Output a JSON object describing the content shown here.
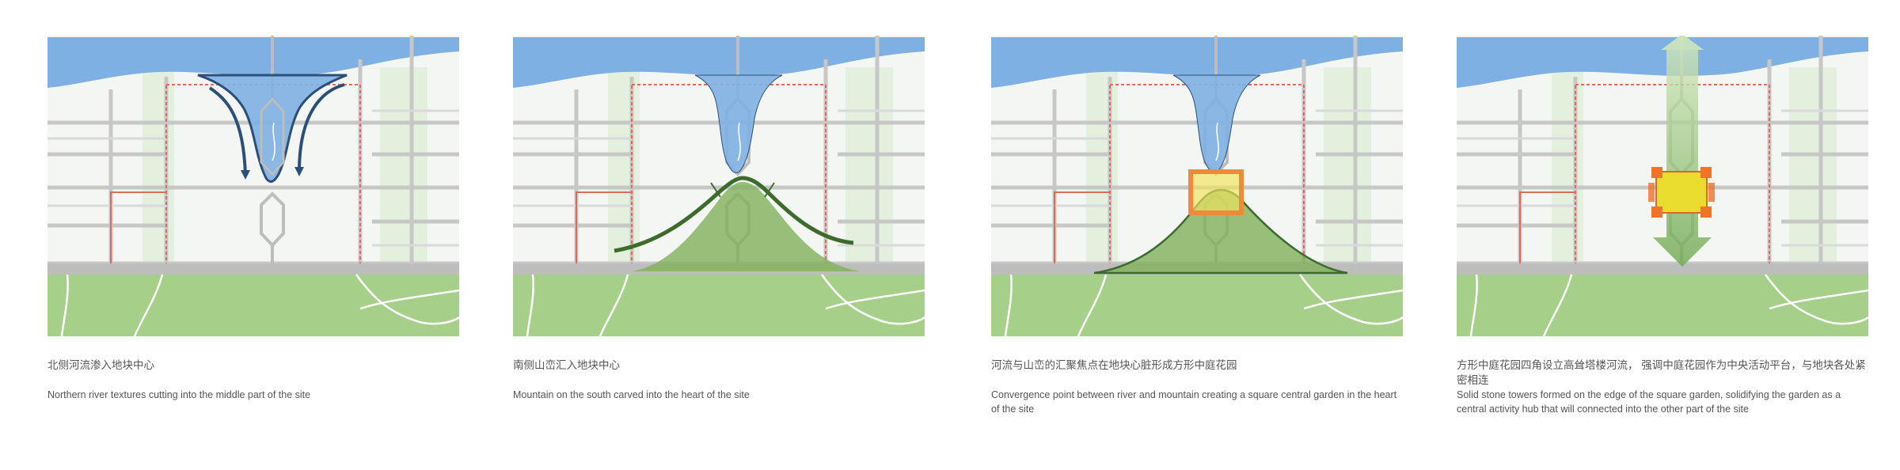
{
  "panels": [
    {
      "id": "p1",
      "cn": "北侧河流渗入地块中心",
      "en": "Northern river textures cutting into the middle part of the site"
    },
    {
      "id": "p2",
      "cn": "南侧山峦汇入地块中心",
      "en": "Mountain on the south carved into the heart of the site"
    },
    {
      "id": "p3",
      "cn": "河流与山峦的汇聚焦点在地块心脏形成方形中庭花园",
      "en": "Convergence point between river and mountain creating a square central garden in the heart of the site"
    },
    {
      "id": "p4",
      "cn": "方形中庭花园四角设立高耸塔楼河流， 强调中庭花园作为中央活动平台，与地块各处紧密相连",
      "en": "Solid stone towers formed on the edge of the square garden, solidifying the garden as a central activity hub that will connected into the other part of the site"
    }
  ],
  "colors": {
    "river": "#7fb0e3",
    "river_dark": "#2c4f7a",
    "mountain": "#7fb25a",
    "mountain_dark": "#3d6b2c",
    "ground": "#a6d08a",
    "road": "#c8c8c8",
    "boundary": "#e06a5a",
    "garden_fill": "#f2e45a",
    "garden_edge": "#f08a3a"
  }
}
